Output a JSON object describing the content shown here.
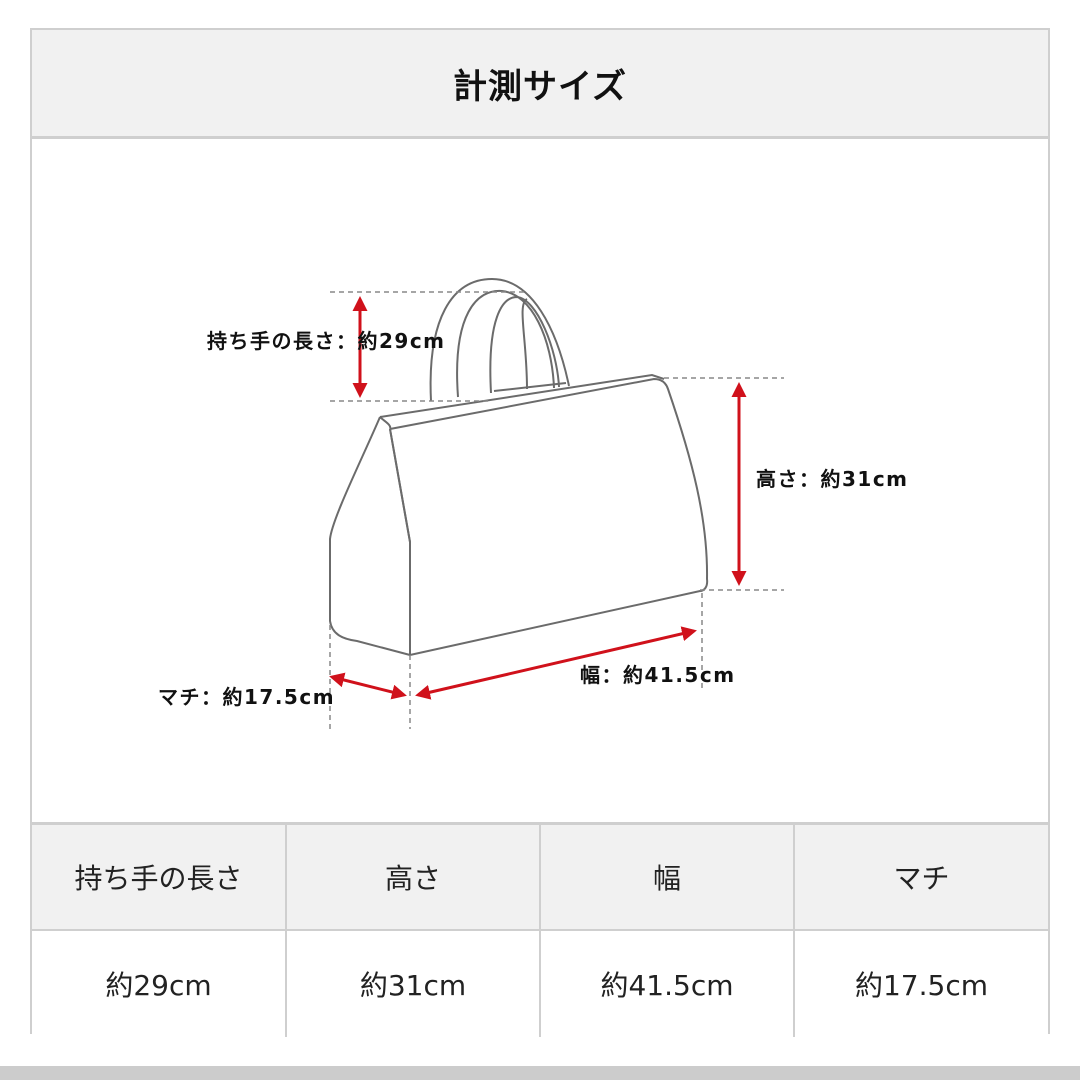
{
  "title": "計測サイズ",
  "diagram": {
    "labels": {
      "handle": "持ち手の長さ：約29cm",
      "height": "高さ：約31cm",
      "width": "幅：約41.5cm",
      "gusset": "マチ：約17.5cm"
    },
    "colors": {
      "arrow": "#d0111b",
      "outline": "#6b6b6b",
      "guide": "#888888"
    }
  },
  "table": {
    "headers": [
      "持ち手の長さ",
      "高さ",
      "幅",
      "マチ"
    ],
    "values": [
      "約29cm",
      "約31cm",
      "約41.5cm",
      "約17.5cm"
    ]
  }
}
